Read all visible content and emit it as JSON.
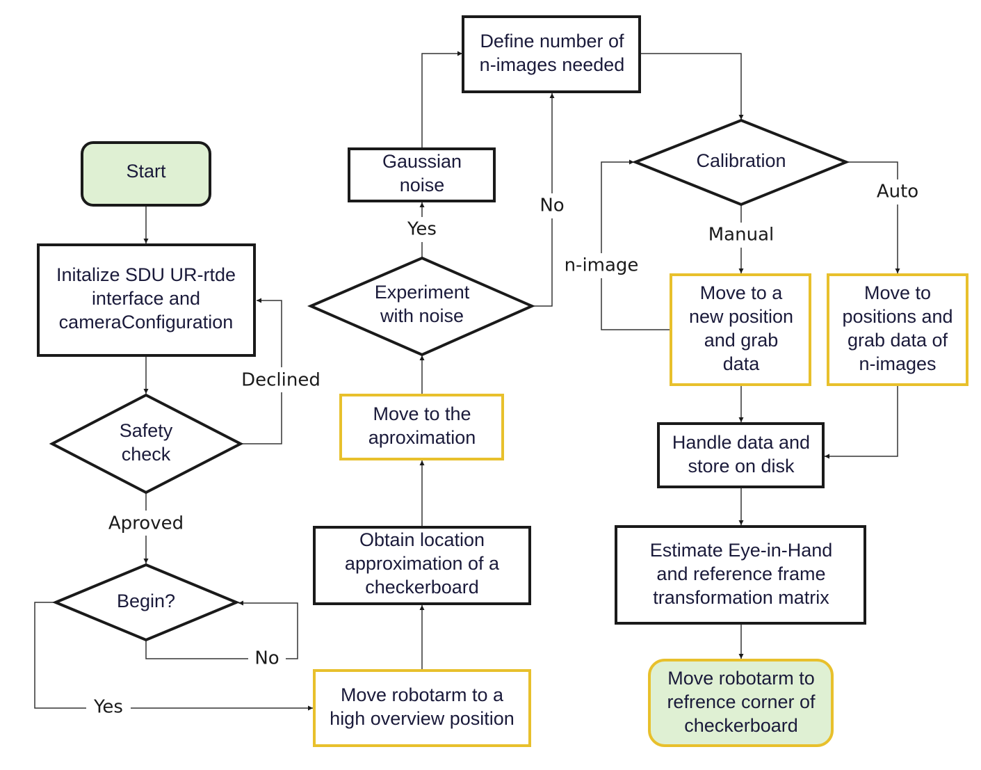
{
  "nodes": {
    "start": "Start",
    "initialize": [
      "Initalize SDU UR-rtde",
      "interface and",
      "cameraConfiguration"
    ],
    "safety_check": [
      "Safety",
      "check"
    ],
    "begin": "Begin?",
    "move_high_overview": [
      "Move robotarm to a",
      "high overview position"
    ],
    "obtain_location": [
      "Obtain location",
      "approximation of a",
      "checkerboard"
    ],
    "move_approximation": [
      "Move to the",
      "aproximation"
    ],
    "experiment_noise": [
      "Experiment",
      "with noise"
    ],
    "gaussian_noise": [
      "Gaussian",
      "noise"
    ],
    "define_n_images": [
      "Define number of",
      "n-images needed"
    ],
    "calibration": "Calibration",
    "move_new_position": [
      "Move to a",
      "new position",
      "and grab",
      "data"
    ],
    "move_positions_auto": [
      "Move to",
      "positions and",
      "grab data of",
      "n-images"
    ],
    "handle_data": [
      "Handle data and",
      "store on disk"
    ],
    "estimate": [
      "Estimate Eye-in-Hand",
      "and reference frame",
      "transformation matrix"
    ],
    "move_reference_corner": [
      "Move robotarm to",
      "refrence corner of",
      "checkerboard"
    ]
  },
  "edge_labels": {
    "declined": "Declined",
    "aproved": "Aproved",
    "begin_no": "No",
    "begin_yes": "Yes",
    "noise_yes": "Yes",
    "noise_no": "No",
    "manual": "Manual",
    "auto": "Auto",
    "n_image": "n-image"
  },
  "colors": {
    "start_end_fill": "#dff0d3",
    "highlight_border": "#e8c02c",
    "default_border": "#1a1a1a",
    "text": "#1a1a3a"
  }
}
